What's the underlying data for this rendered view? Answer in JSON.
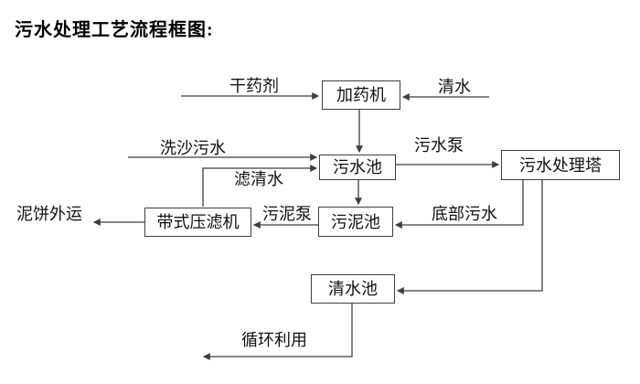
{
  "title": "污水处理工艺流程框图:",
  "nodes": {
    "dosing_machine": "加药机",
    "sewage_pool": "污水池",
    "treatment_tower": "污水处理塔",
    "belt_filter_press": "带式压滤机",
    "sludge_pool": "污泥池",
    "clean_water_pool": "清水池"
  },
  "flow_labels": {
    "dry_agent": "干药剂",
    "clean_water": "清水",
    "sand_washing_sewage": "洗沙污水",
    "filtered_water": "滤清水",
    "sewage_pump": "污水泵",
    "sludge_pump": "污泥泵",
    "bottom_sewage": "底部污水",
    "mud_cake_outbound": "泥饼外运",
    "recycling": "循环利用"
  },
  "colors": {
    "line": "#3f3f3f",
    "text": "#111111",
    "background": "#ffffff"
  }
}
